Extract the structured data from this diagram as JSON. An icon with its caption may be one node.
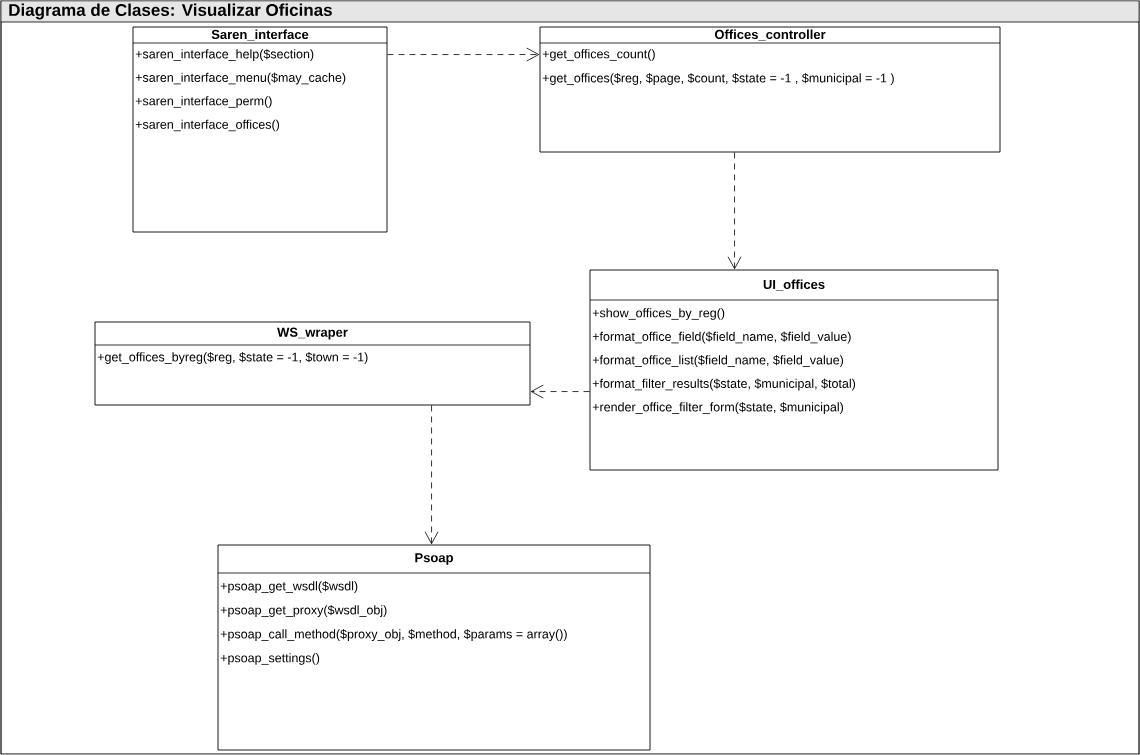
{
  "diagram": {
    "title": "Diagrama de Clases: Visualizar Oficinas",
    "nodes": [
      {
        "text": [
          "Saren_interface",
          "+saren_interface_help($section)",
          "+saren_interface_menu($may_cache)",
          "+saren_interface_perm()",
          "+saren_interface_offices()"
        ]
      },
      {
        "text": [
          "Offices_controller",
          "+get_offices_count()",
          "+get_offices($reg, $page, $count, $state = -1 , $municipal = -1 )"
        ]
      },
      {
        "text": [
          "UI_offices",
          "+show_offices_by_reg()",
          "+format_office_field($field_name, $field_value)",
          "+format_office_list($field_name, $field_value)",
          "+format_filter_results($state, $municipal, $total)",
          "+render_office_filter_form($state, $municipal)"
        ]
      },
      {
        "text": [
          "WS_wraper",
          "+get_offices_byreg($reg, $state = -1, $town = -1)"
        ]
      },
      {
        "text": [
          "Psoap",
          "+psoap_get_wsdl($wsdl)",
          "+psoap_get_proxy($wsdl_obj)",
          "+psoap_call_method($proxy_obj, $method, $params = array())",
          "+psoap_settings()"
        ]
      }
    ],
    "edges": [
      {
        "from": 0,
        "to": 1,
        "arrow": "to",
        "style": "dashed"
      },
      {
        "from": 1,
        "to": 2,
        "arrow": "to",
        "style": "dashed"
      },
      {
        "from": 2,
        "to": 3,
        "arrow": "to",
        "style": "dashed"
      },
      {
        "from": 3,
        "to": 4,
        "arrow": "to",
        "style": "dashed"
      }
    ]
  }
}
